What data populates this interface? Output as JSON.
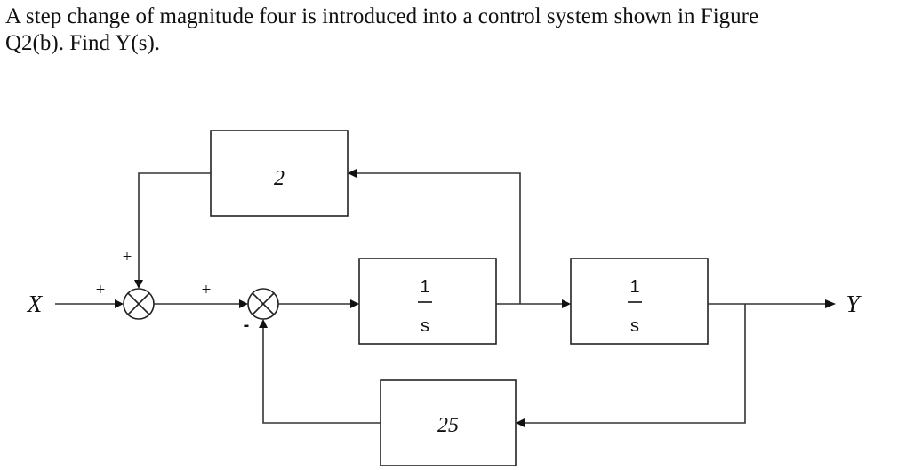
{
  "question": {
    "line1": "A step change of magnitude four is introduced into a control system shown in Figure",
    "line2": "Q2(b). Find Y(s)."
  },
  "diagram": {
    "input_label": "X",
    "output_label": "Y",
    "blocks": {
      "feedback_top_gain": "2",
      "integrator1": {
        "numerator": "1",
        "denominator": "s"
      },
      "integrator2": {
        "numerator": "1",
        "denominator": "s"
      },
      "feedback_bottom_gain": "25"
    },
    "signs": {
      "sum1_input_x": "+",
      "sum1_input_top": "+",
      "sum2_input_left": "+",
      "sum2_input_bottom": "-"
    }
  }
}
